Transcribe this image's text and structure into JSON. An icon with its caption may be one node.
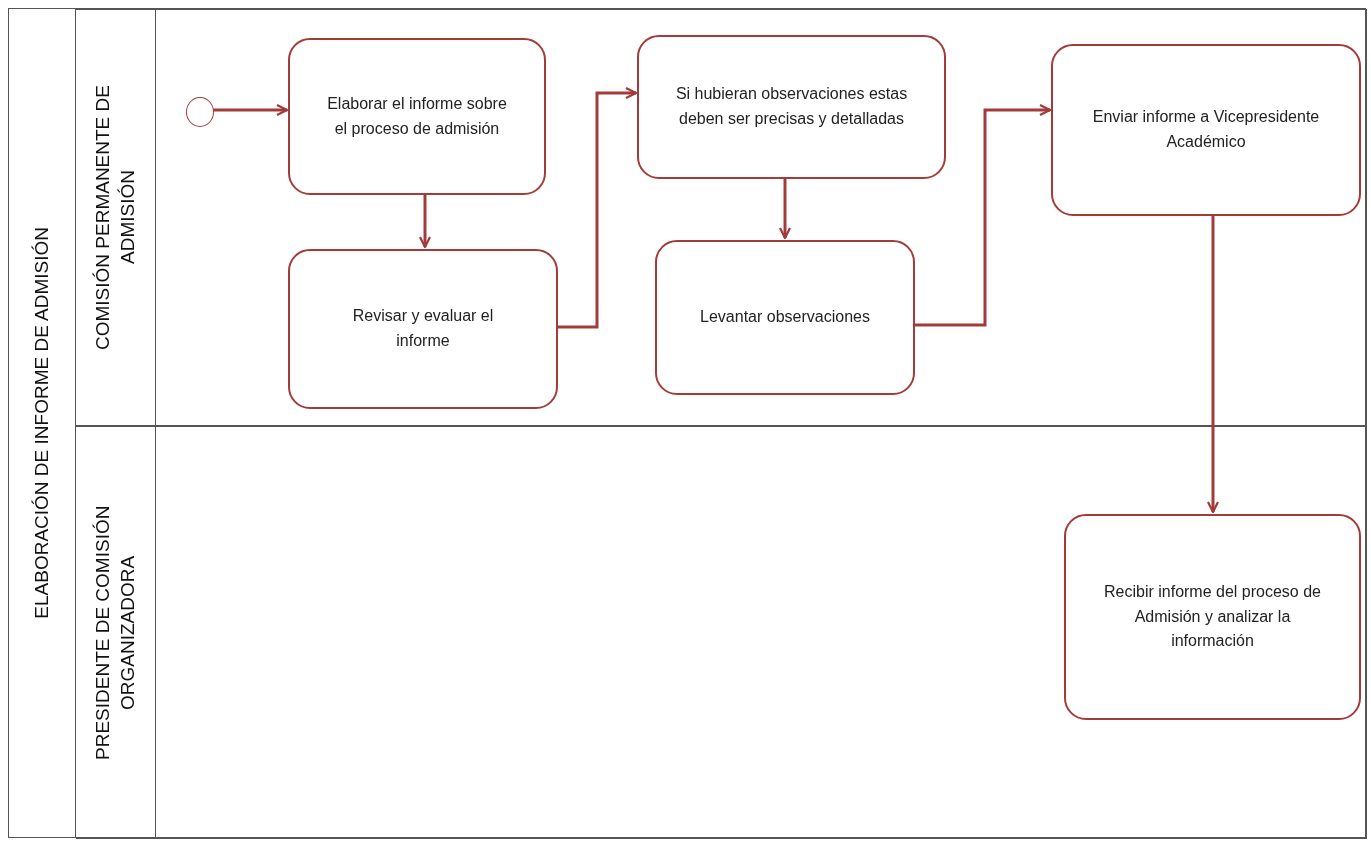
{
  "diagram": {
    "nodes": [
      {
        "text": [
          "ELABORACIÓN DE INFORME DE ADMISIÓN"
        ]
      },
      {
        "text": [
          "COMISIÓN PERMANENTE DE ADMISIÓN"
        ],
        "in": 0
      },
      {
        "text": [
          "PRESIDENTE DE COMISIÓN ORGANIZADORA"
        ],
        "in": 0
      },
      {
        "text": [],
        "shape": "circle",
        "in": 1
      },
      {
        "text": [
          "Elaborar el informe sobre el proceso de admisión"
        ],
        "in": 1
      },
      {
        "text": [
          "Revisar y evaluar el informe"
        ],
        "in": 1
      },
      {
        "text": [
          "Si hubieran observaciones estas deben ser precisas y detalladas"
        ],
        "in": 1
      },
      {
        "text": [
          "Levantar observaciones"
        ],
        "in": 1
      },
      {
        "text": [
          "Enviar informe a Vicepresidente Académico"
        ],
        "in": 1
      },
      {
        "text": [
          "Recibir informe del proceso de Admisión y analizar la información"
        ],
        "in": 2
      }
    ],
    "edges": [
      {
        "from": 3,
        "to": 4,
        "arrow": "to"
      },
      {
        "from": 4,
        "to": 5,
        "arrow": "to"
      },
      {
        "from": 5,
        "to": 6,
        "arrow": "to"
      },
      {
        "from": 6,
        "to": 7,
        "arrow": "to"
      },
      {
        "from": 7,
        "to": 8,
        "arrow": "to"
      },
      {
        "from": 8,
        "to": 9,
        "arrow": "to"
      }
    ]
  }
}
